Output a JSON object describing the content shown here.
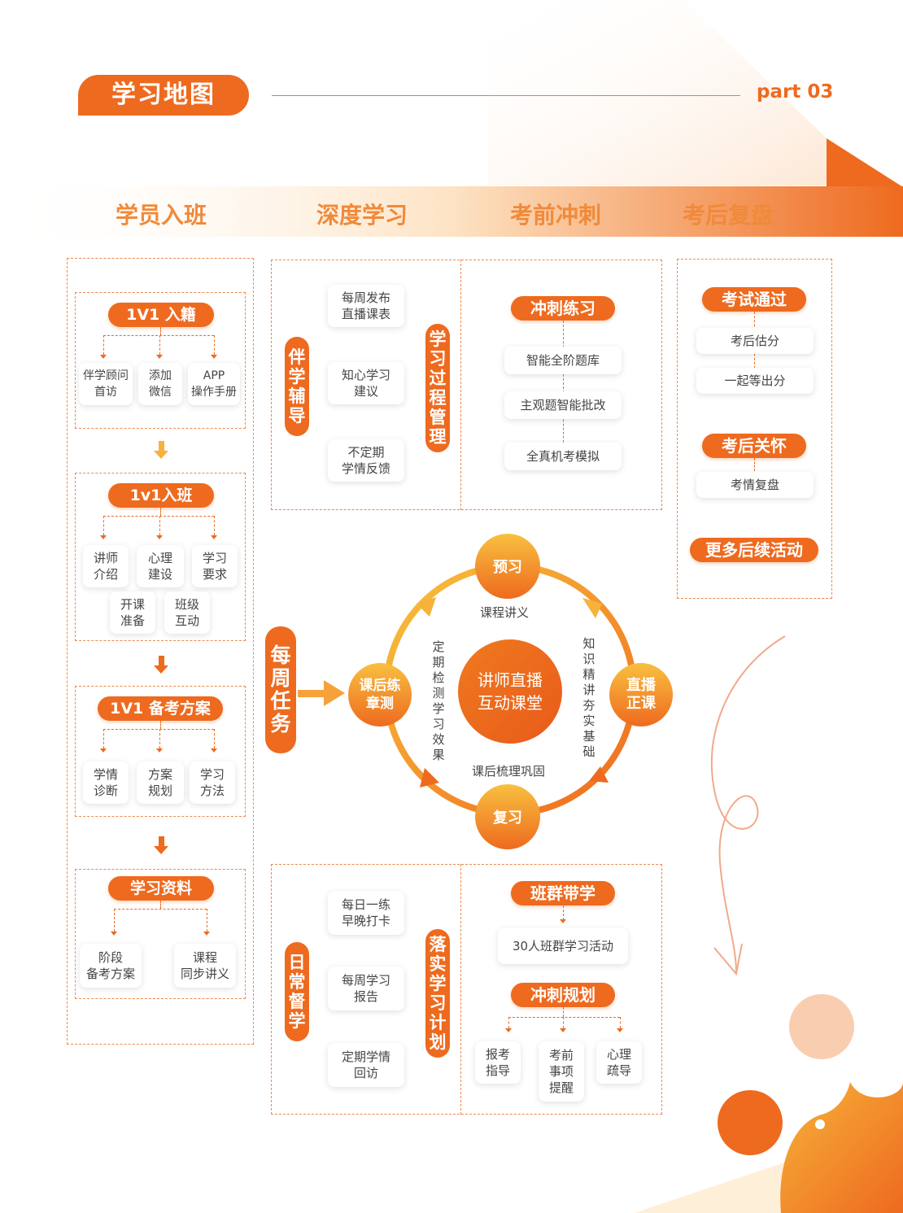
{
  "header": {
    "title": "学习地图",
    "part": "part 03"
  },
  "stages": [
    "学员入班",
    "深度学习",
    "考前冲刺",
    "考后复盘"
  ],
  "col1": {
    "s1": {
      "title": "1V1 入籍",
      "items": [
        "伴学顾问\n首访",
        "添加\n微信",
        "APP\n操作手册"
      ]
    },
    "s2": {
      "title": "1v1入班",
      "items": [
        "讲师\n介绍",
        "心理\n建设",
        "学习\n要求",
        "开课\n准备",
        "班级\n互动"
      ]
    },
    "s3": {
      "title": "1V1 备考方案",
      "items": [
        "学情\n诊断",
        "方案\n规划",
        "学习\n方法"
      ]
    },
    "s4": {
      "title": "学习资料",
      "items": [
        "阶段\n备考方案",
        "课程\n同步讲义"
      ]
    }
  },
  "top": {
    "left_label": "伴学辅导",
    "left_items": [
      "每周发布\n直播课表",
      "知心学习\n建议",
      "不定期\n学情反馈"
    ],
    "mid_label": "学习过程管理",
    "right_title": "冲刺练习",
    "right_items": [
      "智能全阶题库",
      "主观题智能批改",
      "全真机考模拟"
    ]
  },
  "cycle": {
    "side_label": "每周任务",
    "center": "讲师直播\n互动课堂",
    "top": "预习",
    "right": "直播\n正课",
    "bottom": "复习",
    "left": "课后练\n章测",
    "label_top": "课程讲义",
    "label_bottom": "课后梳理巩固",
    "label_left": "定期检测学习效果",
    "label_right": "知识精讲 夯实基础"
  },
  "bottom": {
    "left_label": "日常督学",
    "left_items": [
      "每日一练\n早晚打卡",
      "每周学习\n报告",
      "定期学情\n回访"
    ],
    "mid_label": "落实学习计划",
    "r1_title": "班群带学",
    "r1_item": "30人班群学习活动",
    "r2_title": "冲刺规划",
    "r2_items": [
      "报考\n指导",
      "考前\n事项\n提醒",
      "心理\n疏导"
    ]
  },
  "col4": {
    "t1": "考试通过",
    "t1_items": [
      "考后估分",
      "一起等出分"
    ],
    "t2": "考后关怀",
    "t2_items": [
      "考情复盘"
    ],
    "t3": "更多后续活动"
  },
  "colors": {
    "accent": "#ee6a1f",
    "accent_light": "#f7b23a",
    "text": "#444444"
  }
}
